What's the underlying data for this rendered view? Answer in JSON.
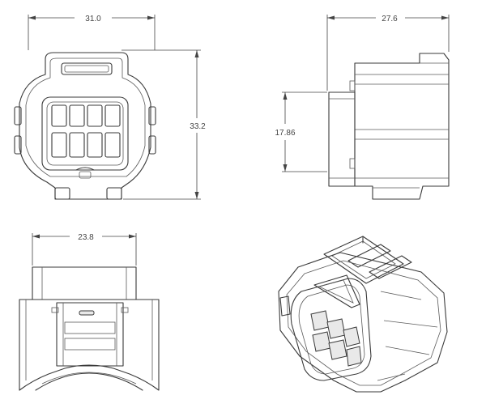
{
  "dimensions": {
    "front_width": "31.0",
    "front_height": "33.2",
    "side_width": "27.6",
    "side_height": "17.86",
    "bottom_width": "23.8"
  }
}
